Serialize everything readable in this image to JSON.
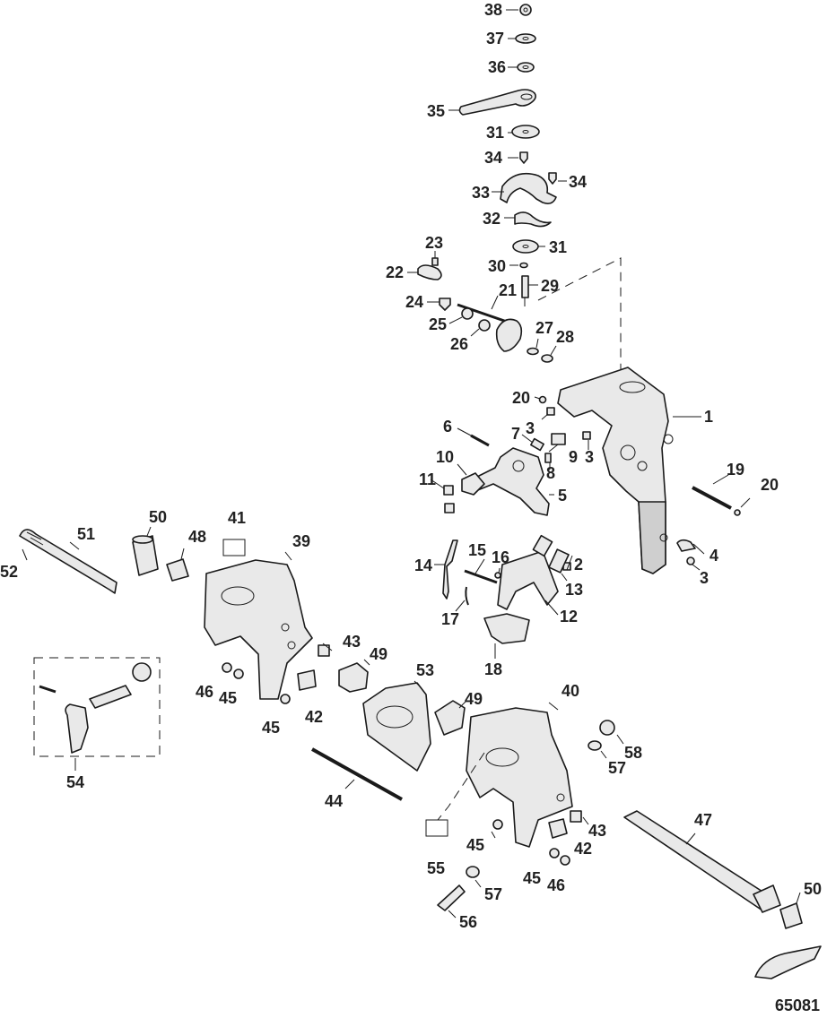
{
  "figure_id": "65081",
  "callouts": {
    "c38": "38",
    "c37": "37",
    "c36": "36",
    "c35": "35",
    "c31a": "31",
    "c34a": "34",
    "c34b": "34",
    "c33": "33",
    "c32": "32",
    "c31b": "31",
    "c23": "23",
    "c22": "22",
    "c30": "30",
    "c21": "21",
    "c29": "29",
    "c24": "24",
    "c25": "25",
    "c26": "26",
    "c27": "27",
    "c28": "28",
    "c20a": "20",
    "c1": "1",
    "c3a": "3",
    "c6": "6",
    "c7": "7",
    "c9": "9",
    "c3b": "3",
    "c10": "10",
    "c8": "8",
    "c11": "11",
    "c5": "5",
    "c19": "19",
    "c20b": "20",
    "c50a": "50",
    "c51": "51",
    "c41": "41",
    "c39": "39",
    "c48": "48",
    "c52": "52",
    "c14": "14",
    "c15": "15",
    "c16": "16",
    "c2": "2",
    "c13": "13",
    "c4": "4",
    "c3c": "3",
    "c17": "17",
    "c12": "12",
    "c18": "18",
    "c43a": "43",
    "c49a": "49",
    "c53": "53",
    "c46a": "46",
    "c45a": "45",
    "c42a": "42",
    "c45b": "45",
    "c49b": "49",
    "c40": "40",
    "c58": "58",
    "c57a": "57",
    "c54": "54",
    "c44": "44",
    "c47": "47",
    "c43b": "43",
    "c45c": "45",
    "c42b": "42",
    "c45d": "45",
    "c46b": "46",
    "c55": "55",
    "c57b": "57",
    "c56": "56",
    "c50b": "50"
  }
}
